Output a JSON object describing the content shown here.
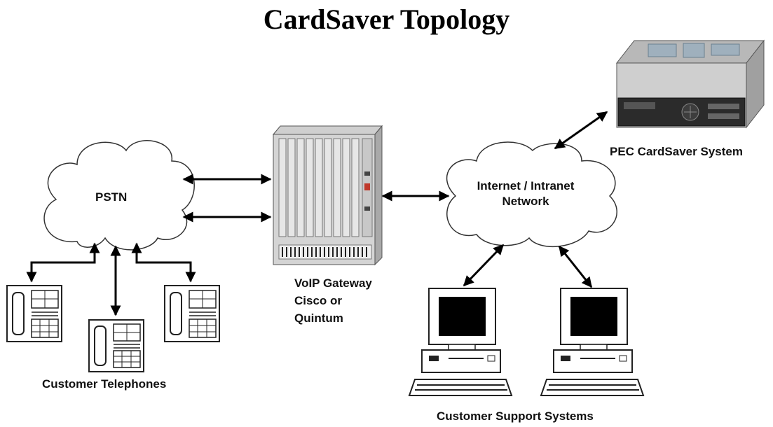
{
  "title": "CardSaver Topology",
  "pstn_label": "PSTN",
  "network_label": [
    "Internet / Intranet",
    "Network"
  ],
  "gateway_label": [
    "VoIP Gateway",
    "Cisco or",
    "Quintum"
  ],
  "server_label": "PEC CardSaver System",
  "telephones_label": "Customer Telephones",
  "support_label": "Customer Support Systems"
}
